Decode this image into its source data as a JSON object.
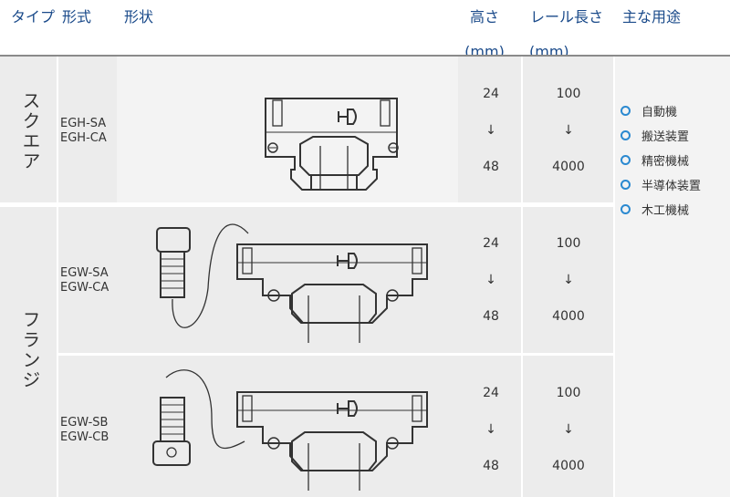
{
  "header": {
    "type": "タイプ",
    "form": "形式",
    "shape": "形状",
    "height": "高さ",
    "height_unit": "(mm)",
    "rail_length": "レール長さ",
    "rail_unit": "(mm)",
    "uses": "主な用途"
  },
  "rows": [
    {
      "type": "スクエア",
      "models": [
        "EGH-SA",
        "EGH-CA"
      ],
      "height_min": "24",
      "height_arrow": "↓",
      "height_max": "48",
      "rail_min": "100",
      "rail_arrow": "↓",
      "rail_max": "4000"
    },
    {
      "type": "フランジ",
      "models": [
        "EGW-SA",
        "EGW-CA"
      ],
      "height_min": "24",
      "height_arrow": "↓",
      "height_max": "48",
      "rail_min": "100",
      "rail_arrow": "↓",
      "rail_max": "4000"
    },
    {
      "models": [
        "EGW-SB",
        "EGW-CB"
      ],
      "height_min": "24",
      "height_arrow": "↓",
      "height_max": "48",
      "rail_min": "100",
      "rail_arrow": "↓",
      "rail_max": "4000"
    }
  ],
  "uses": [
    "自動機",
    "搬送装置",
    "精密機械",
    "半導体装置",
    "木工機械"
  ],
  "colors": {
    "header_text": "#1a4a8a",
    "bullet": "#2a89d0",
    "band": "#ececec"
  },
  "icons": [
    "linear-guide-block-drawing",
    "bolt-drawing",
    "circle-bullet-icon"
  ]
}
